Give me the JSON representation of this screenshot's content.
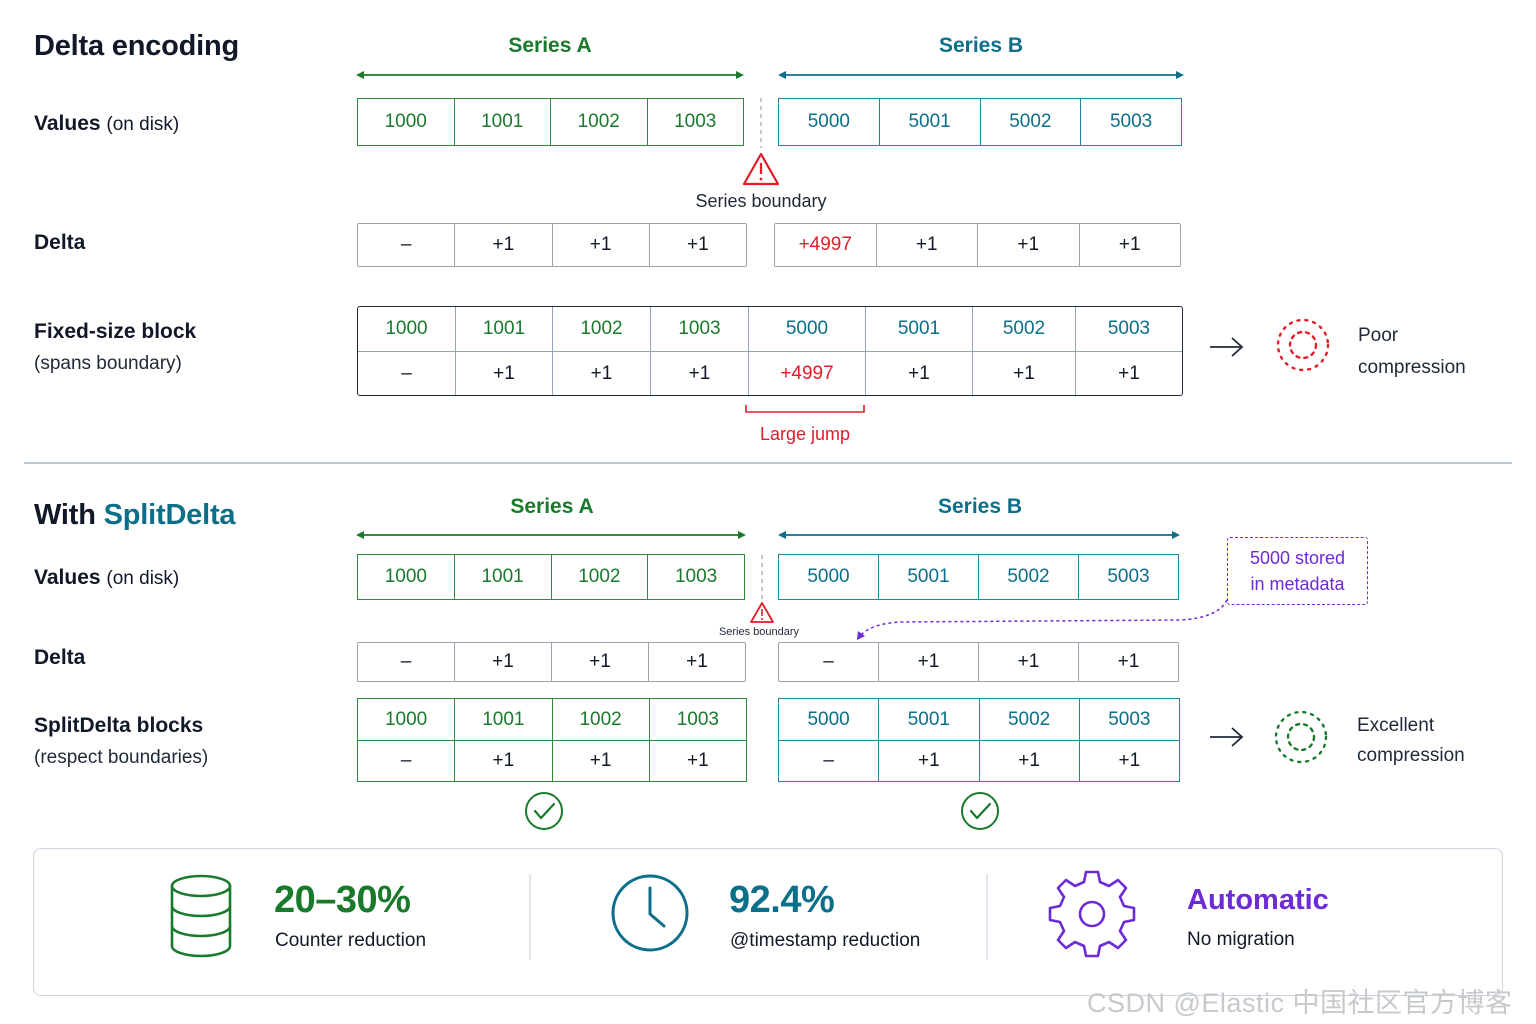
{
  "top": {
    "title": "Delta encoding",
    "series_a": "Series A",
    "series_b": "Series B",
    "values_label": "Values",
    "values_sub": "(on disk)",
    "values_a": [
      "1000",
      "1001",
      "1002",
      "1003"
    ],
    "values_b": [
      "5000",
      "5001",
      "5002",
      "5003"
    ],
    "boundary_label": "Series boundary",
    "delta_label": "Delta",
    "delta_a": [
      "–",
      "+1",
      "+1",
      "+1"
    ],
    "delta_b": [
      "+4997",
      "+1",
      "+1",
      "+1"
    ],
    "block_label": "Fixed-size block",
    "block_sub": "(spans boundary)",
    "block_values": [
      "1000",
      "1001",
      "1002",
      "1003",
      "5000",
      "5001",
      "5002",
      "5003"
    ],
    "block_deltas": [
      "–",
      "+1",
      "+1",
      "+1",
      "+4997",
      "+1",
      "+1",
      "+1"
    ],
    "jump_label": "Large jump",
    "result_line1": "Poor",
    "result_line2": "compression"
  },
  "bottom": {
    "title_prefix": "With",
    "title_accent": "SplitDelta",
    "series_a": "Series A",
    "series_b": "Series B",
    "values_label": "Values",
    "values_sub": "(on disk)",
    "values_a": [
      "1000",
      "1001",
      "1002",
      "1003"
    ],
    "values_b": [
      "5000",
      "5001",
      "5002",
      "5003"
    ],
    "boundary_label": "Series boundary",
    "metadata_line1": "5000 stored",
    "metadata_line2": "in metadata",
    "delta_label": "Delta",
    "delta_a": [
      "–",
      "+1",
      "+1",
      "+1"
    ],
    "delta_b": [
      "–",
      "+1",
      "+1",
      "+1"
    ],
    "block_label": "SplitDelta blocks",
    "block_sub": "(respect boundaries)",
    "block_a_values": [
      "1000",
      "1001",
      "1002",
      "1003"
    ],
    "block_a_deltas": [
      "–",
      "+1",
      "+1",
      "+1"
    ],
    "block_b_values": [
      "5000",
      "5001",
      "5002",
      "5003"
    ],
    "block_b_deltas": [
      "–",
      "+1",
      "+1",
      "+1"
    ],
    "result_line1": "Excellent",
    "result_line2": "compression"
  },
  "stats": [
    {
      "value": "20–30%",
      "label": "Counter reduction",
      "icon": "database-icon",
      "color": "#1a7a2c"
    },
    {
      "value": "92.4%",
      "label": "@timestamp reduction",
      "icon": "clock-icon",
      "color": "#0b6f8a"
    },
    {
      "value": "Automatic",
      "label": "No migration",
      "icon": "gear-icon",
      "color": "#6d2bd6"
    }
  ],
  "watermark": "CSDN @Elastic 中国社区官方博客",
  "colors": {
    "green": "#1a7a2c",
    "teal": "#0b6f8a",
    "red": "#e11d2a",
    "purple": "#6d2bd6",
    "navy": "#1e293b"
  }
}
